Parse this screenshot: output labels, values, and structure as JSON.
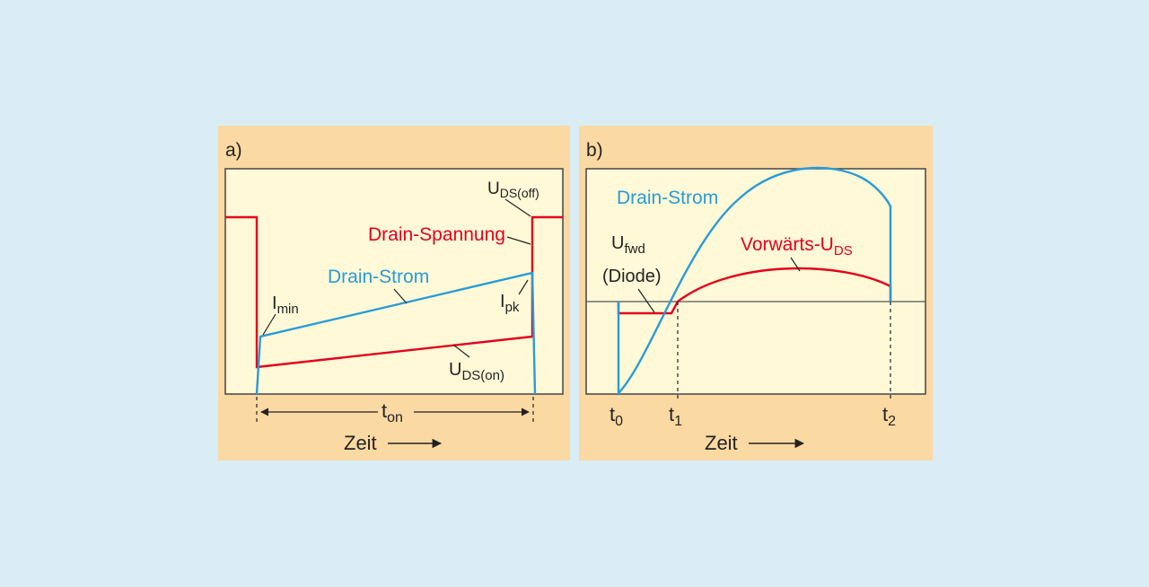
{
  "colors": {
    "background": "#daedf4",
    "panel": "#fbd9a3",
    "plot_area": "#fff9d8",
    "voltage": "#e3001b",
    "current": "#2a9bd6",
    "annotation": "#222222"
  },
  "panel_a": {
    "label": "a)",
    "drain_voltage_label": "Drain-Spannung",
    "drain_current_label": "Drain-Strom",
    "uds_off": {
      "main": "U",
      "sub": "DS(off)"
    },
    "uds_on": {
      "main": "U",
      "sub": "DS(on)"
    },
    "i_min": {
      "main": "I",
      "sub": "min"
    },
    "i_pk": {
      "main": "I",
      "sub": "pk"
    },
    "t_on": {
      "main": "t",
      "sub": "on"
    },
    "time_axis_label": "Zeit"
  },
  "panel_b": {
    "label": "b)",
    "drain_current_label": "Drain-Strom",
    "forward_voltage": {
      "main": "Vorwärts-U",
      "sub": "DS"
    },
    "u_fwd": {
      "main": "U",
      "sub": "fwd"
    },
    "diode_label": "(Diode)",
    "t0": {
      "main": "t",
      "sub": "0"
    },
    "t1": {
      "main": "t",
      "sub": "1"
    },
    "t2": {
      "main": "t",
      "sub": "2"
    },
    "time_axis_label": "Zeit"
  }
}
